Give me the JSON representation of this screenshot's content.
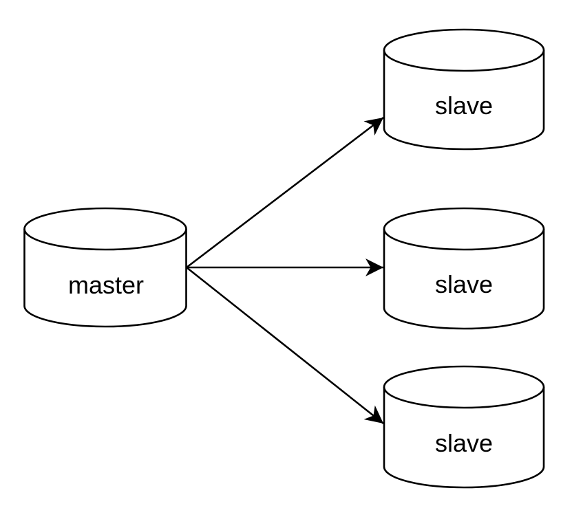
{
  "diagram": {
    "background_color": "#ffffff",
    "node_fill_color": "#ffffff",
    "node_stroke_color": "#000000",
    "text_color": "#000000",
    "nodes": {
      "master": {
        "label": "master",
        "shape": "cylinder"
      },
      "slave1": {
        "label": "slave",
        "shape": "cylinder"
      },
      "slave2": {
        "label": "slave",
        "shape": "cylinder"
      },
      "slave3": {
        "label": "slave",
        "shape": "cylinder"
      }
    },
    "edges": [
      {
        "from": "master",
        "to": "slave1",
        "arrow": "classic"
      },
      {
        "from": "master",
        "to": "slave2",
        "arrow": "classic"
      },
      {
        "from": "master",
        "to": "slave3",
        "arrow": "classic"
      }
    ]
  }
}
